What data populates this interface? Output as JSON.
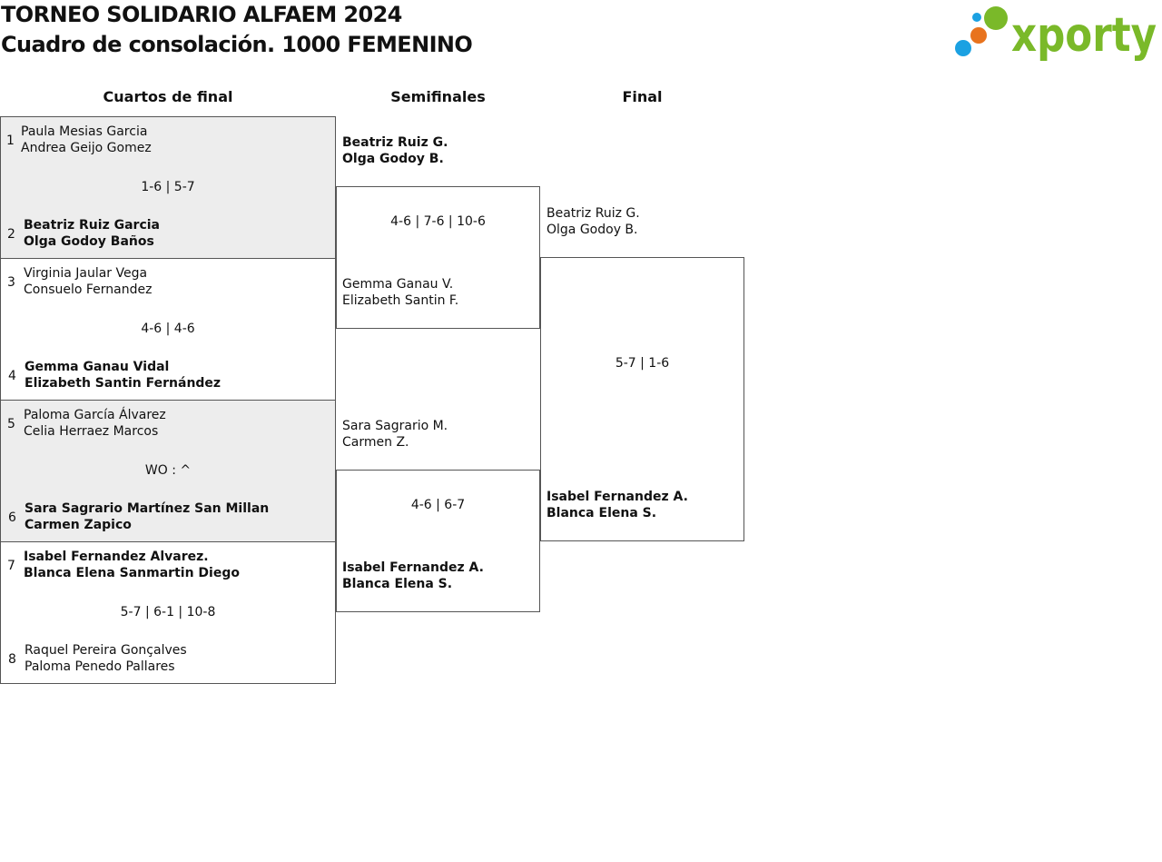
{
  "header": {
    "title_line1": "TORNEO SOLIDARIO ALFAEM 2024",
    "title_line2": "Cuadro de consolación. 1000 FEMENINO",
    "logo_text": "xporty"
  },
  "rounds": {
    "quarterfinals": "Cuartos de final",
    "semifinals": "Semifinales",
    "final": "Final"
  },
  "quarterfinals": [
    {
      "top": {
        "seed": "1",
        "p1": "Paula Mesias Garcia",
        "p2": "Andrea Geijo Gomez"
      },
      "score": "1-6 | 5-7",
      "bottom": {
        "seed": "2",
        "p1": "Beatriz Ruiz Garcia",
        "p2": "Olga Godoy Baños"
      }
    },
    {
      "top": {
        "seed": "3",
        "p1": "Virginia Jaular Vega",
        "p2": "Consuelo Fernandez"
      },
      "score": "4-6 | 4-6",
      "bottom": {
        "seed": "4",
        "p1": "Gemma Ganau Vidal",
        "p2": "Elizabeth Santin Fernández"
      }
    },
    {
      "top": {
        "seed": "5",
        "p1": "Paloma García Álvarez",
        "p2": "Celia Herraez Marcos"
      },
      "score": "WO : ^",
      "bottom": {
        "seed": "6",
        "p1": "Sara Sagrario Martínez San Millan",
        "p2": "Carmen Zapico"
      }
    },
    {
      "top": {
        "seed": "7",
        "p1": "Isabel Fernandez Alvarez.",
        "p2": "Blanca Elena Sanmartin Diego"
      },
      "score": "5-7 | 6-1 | 10-8",
      "bottom": {
        "seed": "8",
        "p1": "Raquel Pereira Gonçalves",
        "p2": "Paloma Penedo Pallares"
      }
    }
  ],
  "semifinals": [
    {
      "top": {
        "p1": "Beatriz Ruiz G.",
        "p2": "Olga Godoy B."
      },
      "score": "4-6 | 7-6 | 10-6",
      "bottom": {
        "p1": "Gemma Ganau V.",
        "p2": "Elizabeth Santin F."
      }
    },
    {
      "top": {
        "p1": "Sara Sagrario M.",
        "p2": "Carmen Z."
      },
      "score": "4-6 | 6-7",
      "bottom": {
        "p1": "Isabel Fernandez A.",
        "p2": "Blanca Elena S."
      }
    }
  ],
  "final": {
    "top": {
      "p1": "Beatriz Ruiz G.",
      "p2": "Olga Godoy B."
    },
    "score": "5-7 | 1-6",
    "bottom": {
      "p1": "Isabel Fernandez A.",
      "p2": "Blanca Elena S."
    }
  },
  "colors": {
    "shade": "#ededed",
    "border": "#555555",
    "logo_green": "#7ab929",
    "logo_orange": "#e8731e",
    "logo_blue": "#1ba1e2"
  }
}
